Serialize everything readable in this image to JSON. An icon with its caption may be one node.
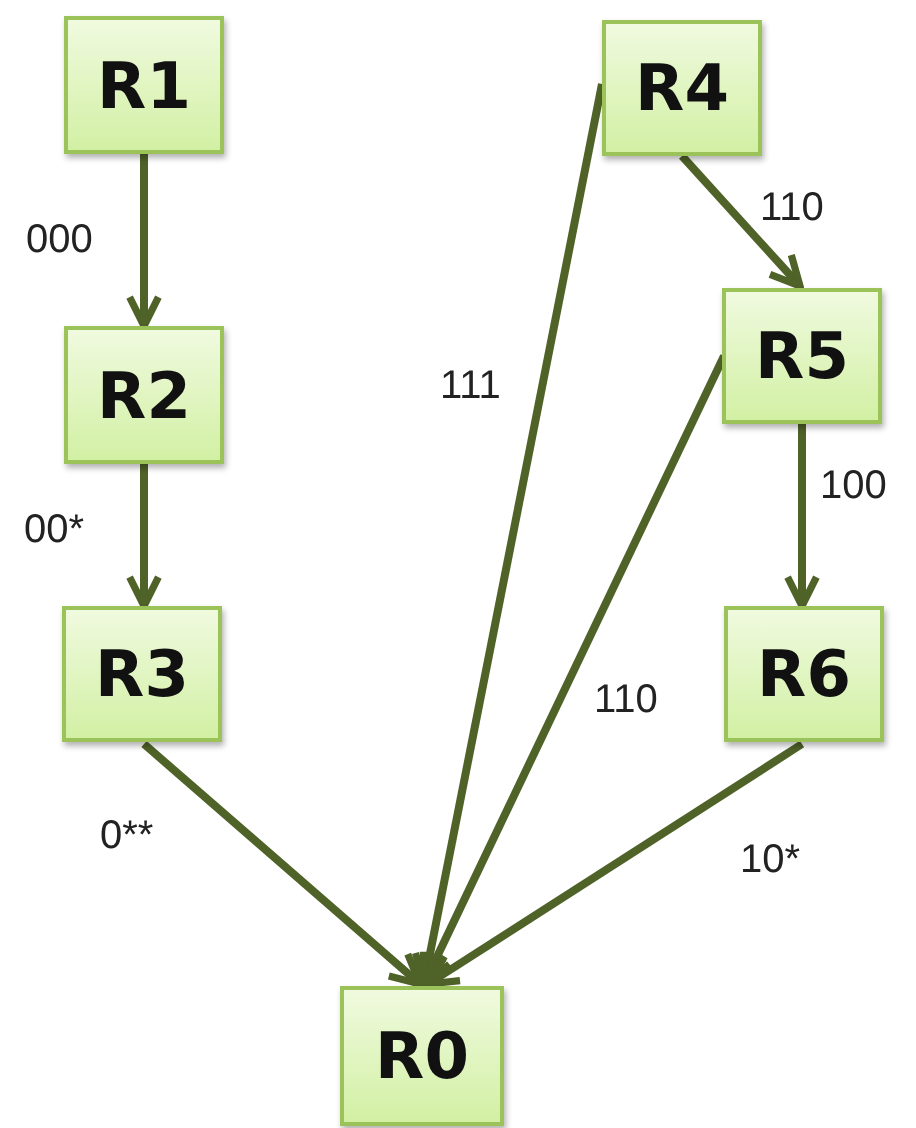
{
  "diagram": {
    "nodes": [
      {
        "text": [
          "R1"
        ]
      },
      {
        "text": [
          "R4"
        ]
      },
      {
        "text": [
          "R2"
        ]
      },
      {
        "text": [
          "R5"
        ]
      },
      {
        "text": [
          "R3"
        ]
      },
      {
        "text": [
          "R6"
        ]
      },
      {
        "text": [
          "R0"
        ]
      }
    ],
    "edges": [
      {
        "from": 0,
        "to": 2,
        "arrow": "to",
        "label": "000"
      },
      {
        "from": 1,
        "to": 3,
        "arrow": "to",
        "label": "110"
      },
      {
        "from": 1,
        "to": 6,
        "arrow": "to",
        "label": "111"
      },
      {
        "from": 2,
        "to": 4,
        "arrow": "to",
        "label": "00*"
      },
      {
        "from": 3,
        "to": 5,
        "arrow": "to",
        "label": "100"
      },
      {
        "from": 3,
        "to": 6,
        "arrow": "to",
        "label": "110"
      },
      {
        "from": 4,
        "to": 6,
        "arrow": "to",
        "label": "0**"
      },
      {
        "from": 5,
        "to": 6,
        "arrow": "to",
        "label": "10*"
      }
    ]
  }
}
